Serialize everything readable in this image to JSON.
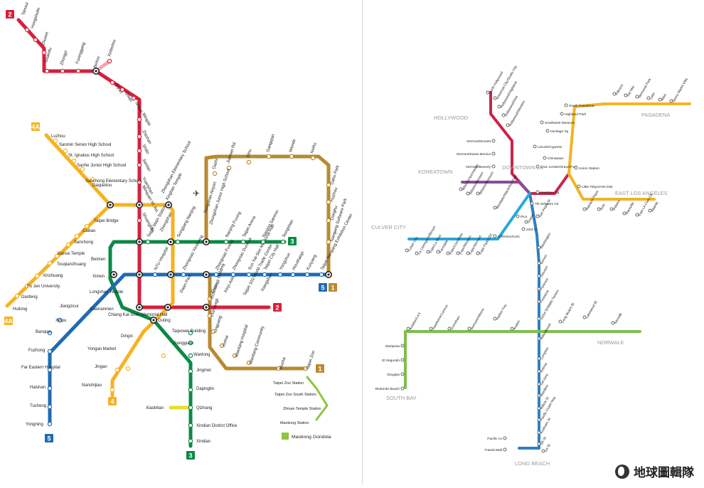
{
  "taipei": {
    "badges": [
      {
        "id": "2",
        "color": "#d71f3b",
        "text": "2"
      },
      {
        "id": "4a",
        "color": "#f6b222",
        "text": "4A"
      },
      {
        "id": "4a-end",
        "color": "#f6b222",
        "text": "4A"
      },
      {
        "id": "3",
        "color": "#0b8a45",
        "text": "3"
      },
      {
        "id": "5",
        "color": "#1e6bb5",
        "text": "5"
      },
      {
        "id": "1",
        "color": "#b88a2f",
        "text": "1"
      },
      {
        "id": "2-end",
        "color": "#d71f3b",
        "text": "2"
      },
      {
        "id": "1-end",
        "color": "#b88a2f",
        "text": "1"
      },
      {
        "id": "4",
        "color": "#f6b222",
        "text": "4"
      },
      {
        "id": "5-end",
        "color": "#1e6bb5",
        "text": "5"
      },
      {
        "id": "3-end",
        "color": "#0b8a45",
        "text": "3"
      }
    ],
    "stations": {
      "tamsui": "Tamsui",
      "hongshulin": "Hongshulin",
      "zhuwei": "Zhuwei",
      "guandu": "Guandu",
      "zhongyi": "Zhongyi",
      "fuxinggang": "Fuxinggang",
      "beitou": "Beitou",
      "xinbeitou": "Xinbeitou",
      "qiyan": "Qiyan",
      "qilian": "Qilian",
      "shipai": "Shipai",
      "mingde": "Mingde",
      "zhishan": "Zhishan",
      "shilin": "Shilin",
      "jiantan": "Jiantan",
      "yuanshan": "Yuanshan",
      "minquan": "Minquan W. Rd.",
      "shuanglian": "Shuanglian",
      "zhongshan": "Zhongshan",
      "taipei_main": "Taipei Main Station",
      "ntuh": "NTU Hospital",
      "ckshall": "Chiang Kai-Shek Memorial Hall",
      "dongmen": "Dongmen",
      "daan_park": "Daan Park",
      "daan": "Daan",
      "xinyi_anhe": "Xinyi Anhe",
      "taipei101": "Taipei 101/World Trade Center",
      "xiangshan": "Xiangshan",
      "luzhou": "Luzhou",
      "sanmin": "Sanmin Senior High School",
      "st_ignatius": "St. Ignatius High School",
      "sanhe": "Sanhe Junior High School",
      "sanchong_elem": "Sanchong Elementary School",
      "daqiaotou": "Daqiaotou",
      "minquan_elem": "Zhongshan Elementary School",
      "xingtian": "Xingtian Temple",
      "songjiang": "Songjiang Nanjing",
      "zhongxiao_xinsheng": "Zhongxiao Xinsheng",
      "guting": "Guting",
      "dingxi": "Dingxi",
      "yongan": "Yongan Market",
      "jingan": "Jingan",
      "nanshijiao": "Nanshijiao",
      "taipei_bridge": "Taipei Bridge",
      "cailiao": "Cailiao",
      "sanchong": "Sanchong",
      "xianse": "Xianse Temple",
      "touqianzhuang": "Touqianzhuang",
      "xinzhuang": "Xinzhuang",
      "fujen": "Fu Jen University",
      "danfeng": "Danfeng",
      "huilong": "Huilong",
      "songshan": "Songshan",
      "nanjing_sanmin": "Nanjing Sanmin",
      "taipei_arena": "Taipei Arena",
      "nanjing_fuxing": "Nanjing Fuxing",
      "ximen": "Ximen",
      "beimen": "Beimen",
      "xiaonanmen": "Xiaonanmen",
      "taipower": "Taipower Building",
      "gongguan": "Gongguan",
      "wanlong": "Wanlong",
      "jingmei": "Jingmei",
      "dapinglin": "Dapinglin",
      "qizhang": "Qizhang",
      "xiaobitan": "Xiaobitan",
      "xindian_office": "Xindian District Office",
      "xindian": "Xindian",
      "nangang_exh": "Taipei Nangang Exhibition Center",
      "kunyang": "Kunyang",
      "houshanpi": "Houshanpi",
      "yongchun": "Yongchun",
      "taipei_city_hall": "Taipei City Hall",
      "sun_yatsen": "Sun Yat-Sen Memorial Hall",
      "zhongxiao_dunhua": "Zhongxiao Dunhua",
      "zhongxiao_fuxing": "Zhongxiao Fuxing",
      "shandao": "Shandao Temple",
      "longshan": "Longshan Temple",
      "jiangzicui": "Jiangzicui",
      "xinpu": "Xinpu",
      "banqiao": "Banqiao",
      "fuzhong": "Fuzhong",
      "far_eastern": "Far Eastern Hospital",
      "haishan": "Haishan",
      "tucheng": "Tucheng",
      "yongning": "Yongning",
      "nangang_sw": "Nangang Software Park",
      "donghu": "Donghu",
      "huzhou": "Huzhou",
      "dahu": "Dahu Park",
      "neihu": "Neihu",
      "wende": "Wende",
      "gangqian": "Gangqian",
      "xihu": "Xihu",
      "jiannan": "Jiannan Rd.",
      "dazhi": "Dazhi",
      "songshan_airport": "Songshan Airport",
      "zhongshan_jhs": "Zhongshan Junior High School",
      "nanjing_fuxing2": "Nanjing Fuxing",
      "liuzhangli": "Liuzhangli",
      "linguang": "Linguang",
      "xinhai": "Xinhai",
      "wanfang_hosp": "Wanfang Hospital",
      "wanfang_comm": "Wanfang Community",
      "muzha": "Muzha",
      "zoo": "Taipei Zoo",
      "technology": "Technology Building",
      "zoo_station": "Taipei Zoo Station",
      "zoo_south": "Taipei Zoo South Station",
      "zhinan": "Zhinan Temple Station",
      "maokong_station": "Maokong Station",
      "maokong_gondola": "Maokong Gondola"
    }
  },
  "la": {
    "regions": {
      "hollywood": "HOLLYWOOD",
      "downtown": "DOWNTOWN LA",
      "koreatown": "KOREATOWN",
      "culver": "CULVER CITY",
      "pasadena": "PASADENA",
      "east_la": "EAST LOS ANGELES",
      "norwalk": "NORWALK",
      "south_bay": "SOUTH BAY",
      "long_beach": "LONG BEACH"
    },
    "stations": {
      "nh": "North Hollywood",
      "universal": "Universal City/Studio City",
      "hollywood_highland": "Hollywood/Highland",
      "hollywood_vine": "Hollywood/Vine",
      "hollywood_western": "Hollywood/Western",
      "vermont_sunset": "Vermont/Sunset",
      "vermont_sm": "Vermont/Santa Monica",
      "vermont_beverly": "Vermont/Beverly",
      "wilshire_normandie": "Wilshire/Normandie",
      "wilshire_western": "Wilshire/Western",
      "wilshire_vermont": "Wilshire/Vermont",
      "westlake": "Westlake/MacArthur Park",
      "seventh": "7th St/Metro Ctr",
      "pershing": "Pershing Sq",
      "civic": "Civic Center/Grand Park",
      "union": "Union Station",
      "little_tokyo": "Little Tokyo/Arts Dist",
      "chinatown": "Chinatown",
      "lincoln": "Lincoln/Cypress",
      "heritage": "Heritage Sq",
      "southwest": "Southwest Museum",
      "highland_park": "Highland Park",
      "south_pasadena": "South Pasadena",
      "fillmore": "Fillmore",
      "del_mar": "Del Mar",
      "memorial": "Memorial Park",
      "lake": "Lake",
      "allen": "Allen",
      "sierra": "Sierra Madre Villa",
      "pico_aliso": "Pico/Aliso",
      "mariachi": "Mariachi Plaza",
      "soto": "Soto",
      "indiana": "Indiana",
      "maravilla": "Maravilla",
      "ela_civic": "East LA Civic Ctr",
      "atlantic": "Atlantic",
      "culver": "Culver City",
      "la_cienega": "La Cienega/Jefferson",
      "expo_la_brea": "Expo/La Brea",
      "farmdale": "Farmdale",
      "expo_crenshaw": "Expo/Crenshaw",
      "expo_western": "Expo/Western",
      "expo_vermont": "Expo/Vermont",
      "expo_usc": "Expo Park/USC",
      "jefferson_usc": "Jefferson/USC",
      "23rd": "23rd St",
      "pico": "Pico",
      "grand": "Grand",
      "san_pedro": "San Pedro St",
      "washington": "Washington",
      "vernon": "Vernon",
      "slauson": "Slauson",
      "florence": "Florence",
      "firestone": "Firestone",
      "103rd": "103rd St/Watts Towers",
      "willowbrook": "Willowbrook",
      "compton": "Compton",
      "artesia": "Artesia",
      "del_amo": "Del Amo",
      "wardlow": "Wardlow",
      "willow": "Willow St",
      "pch": "Pacific Coast Hwy",
      "anaheim": "Anaheim St",
      "fifth": "5th St",
      "first": "1st St",
      "pacific_av": "Pacific Av",
      "transit_mall": "Transit Mall",
      "redondo": "Redondo Beach",
      "douglas": "Douglas",
      "el_segundo": "El Segundo",
      "mariposa": "Mariposa",
      "aviation": "Aviation/LAX",
      "hawthorne": "Hawthorne/Lennox",
      "crenshaw": "Crenshaw",
      "vermont_athens": "Vermont/Athens",
      "harbor": "Harbor Fwy",
      "avalon": "Avalon",
      "long_beach_bl": "Long Beach Bl",
      "lakewood": "Lakewood Bl",
      "norwalk": "Norwalk"
    }
  },
  "watermark": {
    "text": "地球圖輯隊",
    "icon": "globe-icon"
  },
  "colors": {
    "red": "#d71f3b",
    "pink": "#f4a6b5",
    "yellow": "#f6b222",
    "green": "#0b8a45",
    "lightgreen": "#8dc63f",
    "blue": "#1e6bb5",
    "brown": "#b88a2f",
    "la_red": "#c8244a",
    "la_blue": "#2f7fc1",
    "la_gold": "#f2b423",
    "la_green": "#7cbf4c",
    "la_cyan": "#27a7d8",
    "la_purple": "#8a4a9a",
    "la_orange": "#f1a33b"
  }
}
